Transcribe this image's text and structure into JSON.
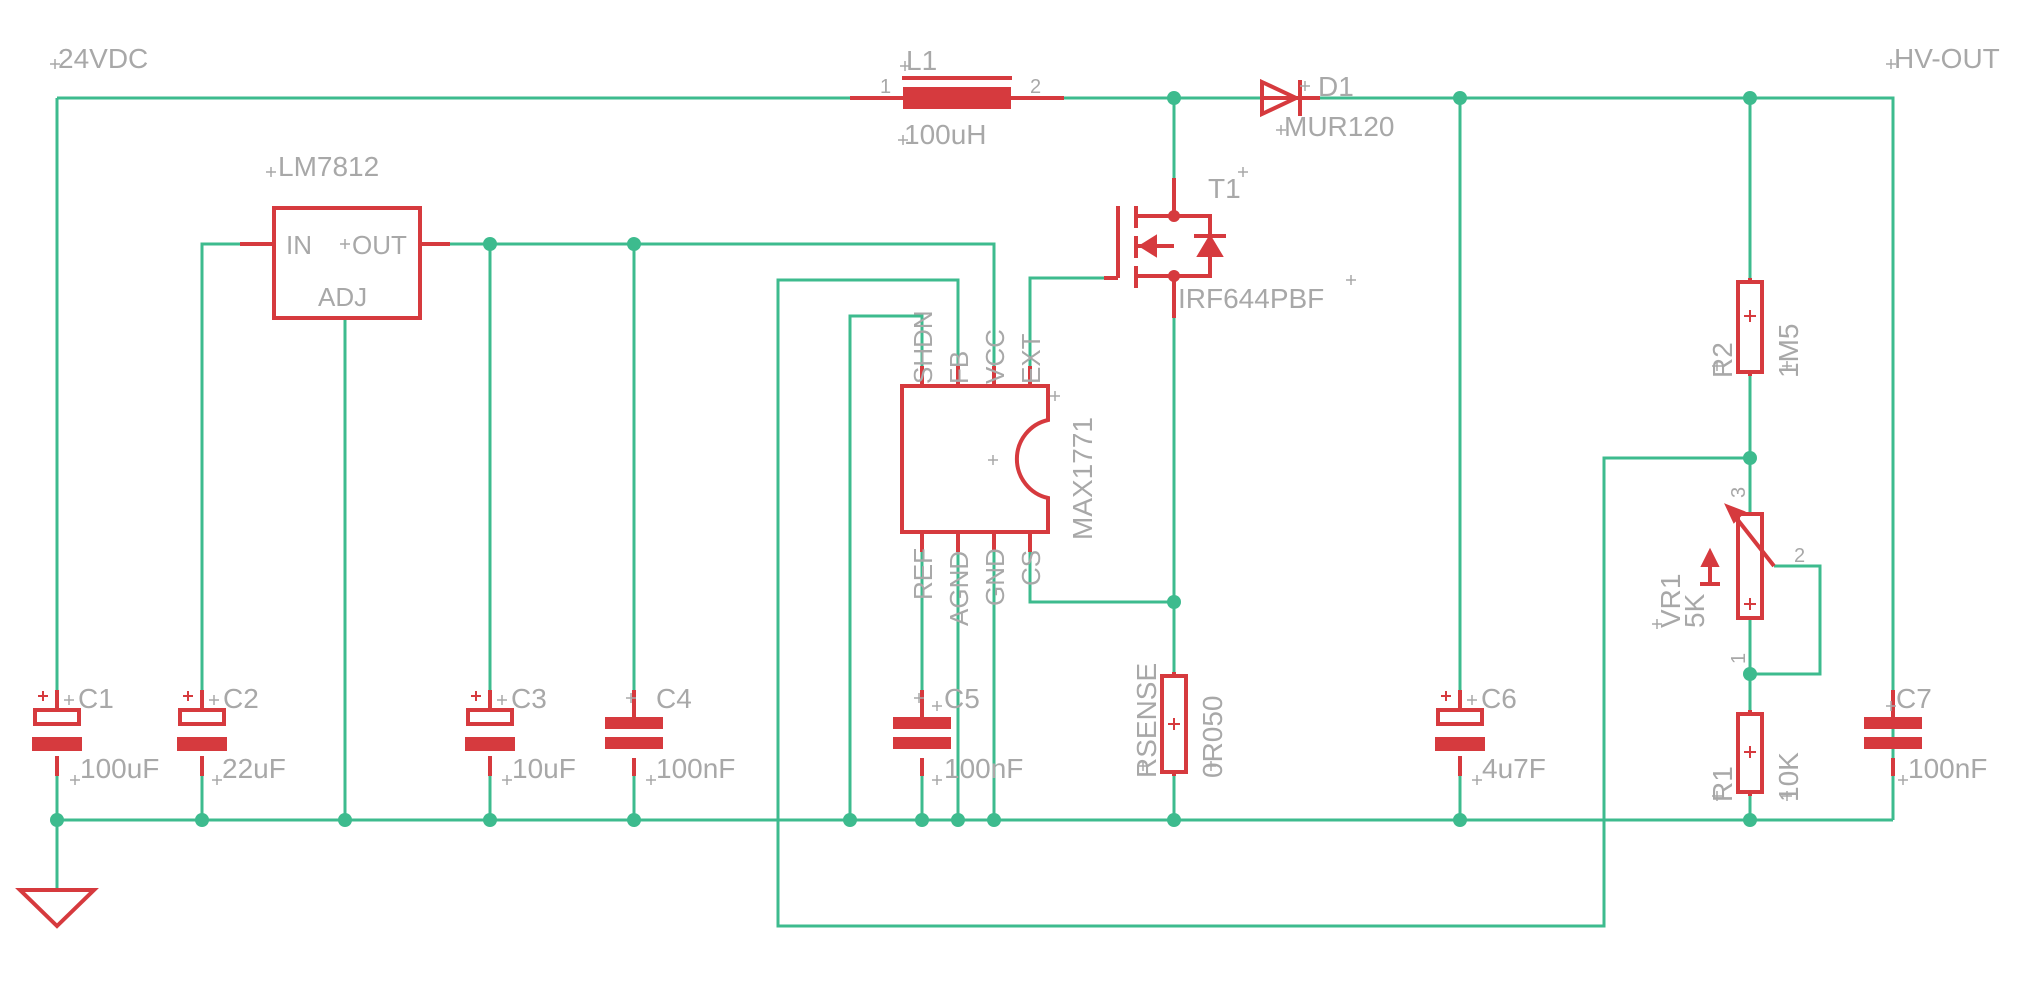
{
  "nets": {
    "vin": "24VDC",
    "vout": "HV-OUT"
  },
  "parts": {
    "L1": {
      "name": "L1",
      "value": "100uH",
      "pin1": "1",
      "pin2": "2"
    },
    "D1": {
      "name": "D1",
      "value": "MUR120"
    },
    "T1": {
      "name": "T1",
      "value": "IRF644PBF"
    },
    "U1": {
      "value": "LM7812",
      "pin_in": "IN",
      "pin_out": "OUT",
      "pin_adj": "ADJ"
    },
    "U2": {
      "value": "MAX1771",
      "pins_top": [
        "SHDN",
        "FB",
        "VCC",
        "EXT"
      ],
      "pins_bottom": [
        "REF",
        "AGND",
        "GND",
        "CS"
      ]
    },
    "C1": {
      "name": "C1",
      "value": "100uF"
    },
    "C2": {
      "name": "C2",
      "value": "22uF"
    },
    "C3": {
      "name": "C3",
      "value": "10uF"
    },
    "C4": {
      "name": "C4",
      "value": "100nF"
    },
    "C5": {
      "name": "C5",
      "value": "100nF"
    },
    "C6": {
      "name": "C6",
      "value": "4u7F"
    },
    "C7": {
      "name": "C7",
      "value": "100nF"
    },
    "RSENSE": {
      "name": "RSENSE",
      "value": "0R050"
    },
    "R1": {
      "name": "R1",
      "value": "10K"
    },
    "R2": {
      "name": "R2",
      "value": "1M5"
    },
    "VR1": {
      "name": "VR1",
      "value": "5K",
      "pin1": "1",
      "pin2": "2",
      "pin3": "3"
    }
  },
  "colors": {
    "wire": "#3dbb8e",
    "component": "#d63a3e",
    "label": "#a8a8a8",
    "background": "#ffffff"
  }
}
